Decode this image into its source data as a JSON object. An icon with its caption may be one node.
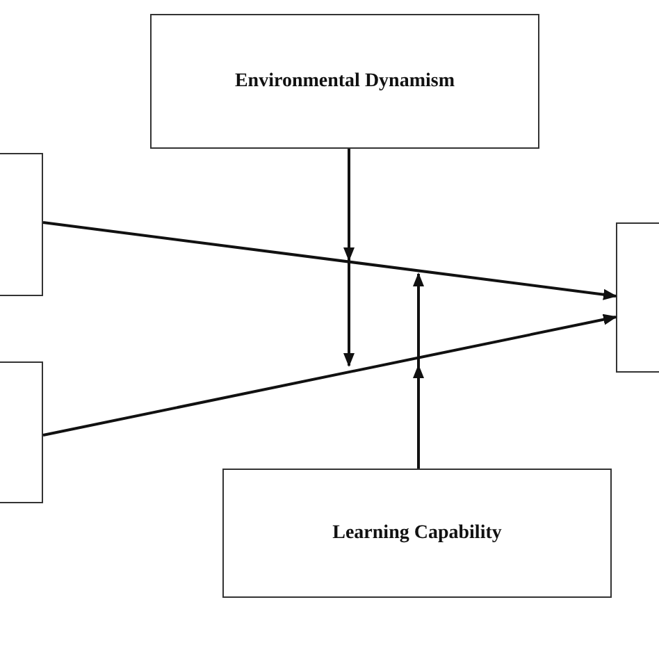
{
  "diagram": {
    "nodes": [
      {
        "text": [
          "Environmental Dynamism"
        ]
      },
      {
        "text": [],
        "shape": "box"
      },
      {
        "text": [],
        "shape": "box"
      },
      {
        "text": [],
        "shape": "box"
      },
      {
        "text": [
          "Learning Capability"
        ]
      }
    ],
    "edges": [
      {
        "from": 1,
        "to": 2,
        "arrow": "to"
      },
      {
        "from": 3,
        "to": 2,
        "arrow": "to"
      },
      {
        "from": 0,
        "to": null,
        "arrow": "to"
      },
      {
        "from": 0,
        "to": null,
        "arrow": "to"
      },
      {
        "from": 4,
        "to": null,
        "arrow": "to"
      },
      {
        "from": 4,
        "to": null,
        "arrow": "to"
      }
    ]
  }
}
